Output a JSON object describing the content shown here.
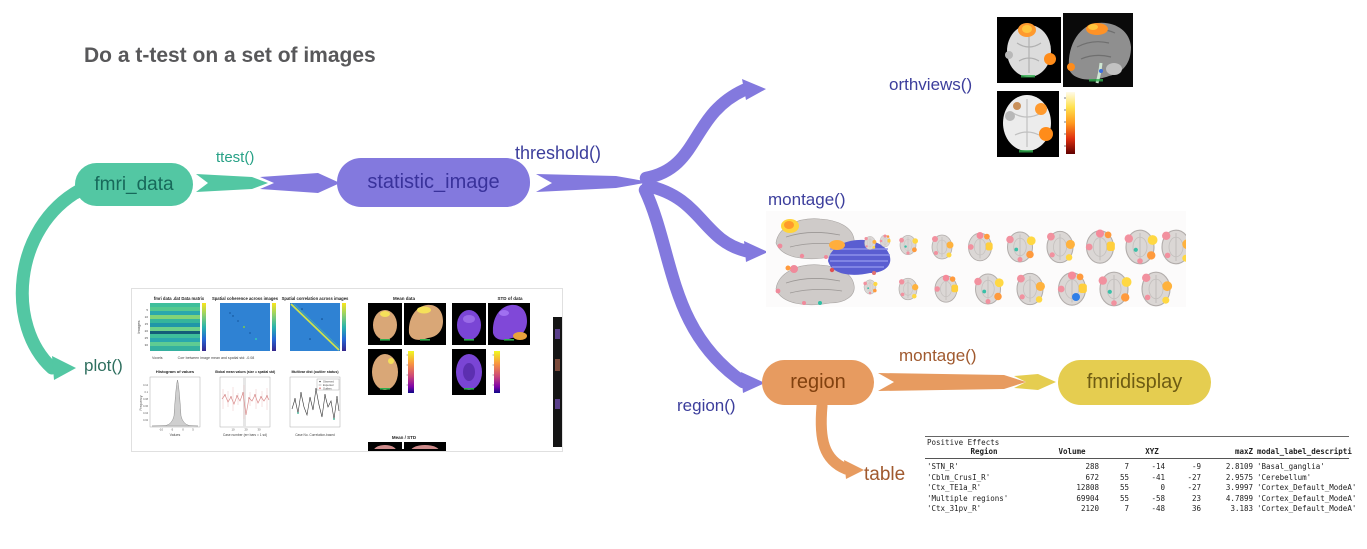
{
  "title": "Do a t-test on a set of images",
  "colors": {
    "teal": "#53c7a3",
    "purple": "#8379de",
    "orange": "#e79b60",
    "yellow": "#e5cd50",
    "label_indigo": "#3c3e9c",
    "label_teal_green": "#27a186",
    "label_brown": "#a0592e",
    "title_gray": "#58585a"
  },
  "nodes": {
    "fmri_data": "fmri_data",
    "statistic_image": "statistic_image",
    "region": "region",
    "fmridisplay": "fmridisplay"
  },
  "labels": {
    "ttest": "ttest()",
    "threshold": "threshold()",
    "orthviews": "orthviews()",
    "montage_top": "montage()",
    "region_fn": "region()",
    "montage_orange": "montage()",
    "table": "table",
    "plot": "plot()"
  },
  "table": {
    "title": "Positive Effects",
    "columns": [
      "Region",
      "Volume",
      "XYZ",
      "maxZ",
      "modal_label_descripti"
    ],
    "rows": [
      [
        "'STN_R'",
        "288",
        "7",
        "-14",
        "-9",
        "2.8109",
        "'Basal_ganglia'"
      ],
      [
        "'Cblm_CrusI_R'",
        "672",
        "55",
        "-41",
        "-27",
        "2.9575",
        "'Cerebellum'"
      ],
      [
        "'Ctx_TE1a_R'",
        "12808",
        "55",
        "0",
        "-27",
        "3.9997",
        "'Cortex_Default_ModeA'"
      ],
      [
        "'Multiple regions'",
        "69904",
        "55",
        "-58",
        "23",
        "4.7899",
        "'Cortex_Default_ModeA'"
      ],
      [
        "'Ctx_31pv_R'",
        "2120",
        "7",
        "-48",
        "36",
        "3.183",
        "'Cortex_Default_ModeA'"
      ]
    ]
  },
  "plot_figure": {
    "titles": [
      "fmri data .dat Data matrix",
      "Spatial coherence across images",
      "Spatial correlation across images",
      "Histogram of values",
      "Global mean values (size = spatial std)",
      "Multivar dist (outlier status)"
    ],
    "ylabel": "Images",
    "y_ticks": [
      "5",
      "10",
      "15",
      "20",
      "25",
      "30"
    ],
    "caption_left": "Voxels",
    "caption": "Corr between image mean and spatial std: -0.08",
    "hist": {
      "xlabel": "Values",
      "ylabel": "Frequency",
      "x_ticks": [
        "-10",
        "-5",
        "0",
        "5"
      ],
      "y_ticks": [
        "0.02",
        "0.04",
        "0.06",
        "0.08",
        "0.1",
        "0.12"
      ]
    },
    "global": {
      "xlabel": "Case number (err bars = 1 sd)",
      "x_ticks": [
        "10",
        "20",
        "30"
      ]
    },
    "multivar": {
      "xlabel": "Case No. Correlation-based",
      "legend": [
        "Observed",
        "Expected",
        "Outliers"
      ]
    },
    "mean_title": "Mean data",
    "std_title": "STD of data",
    "ratio_title": "Mean / STD"
  }
}
